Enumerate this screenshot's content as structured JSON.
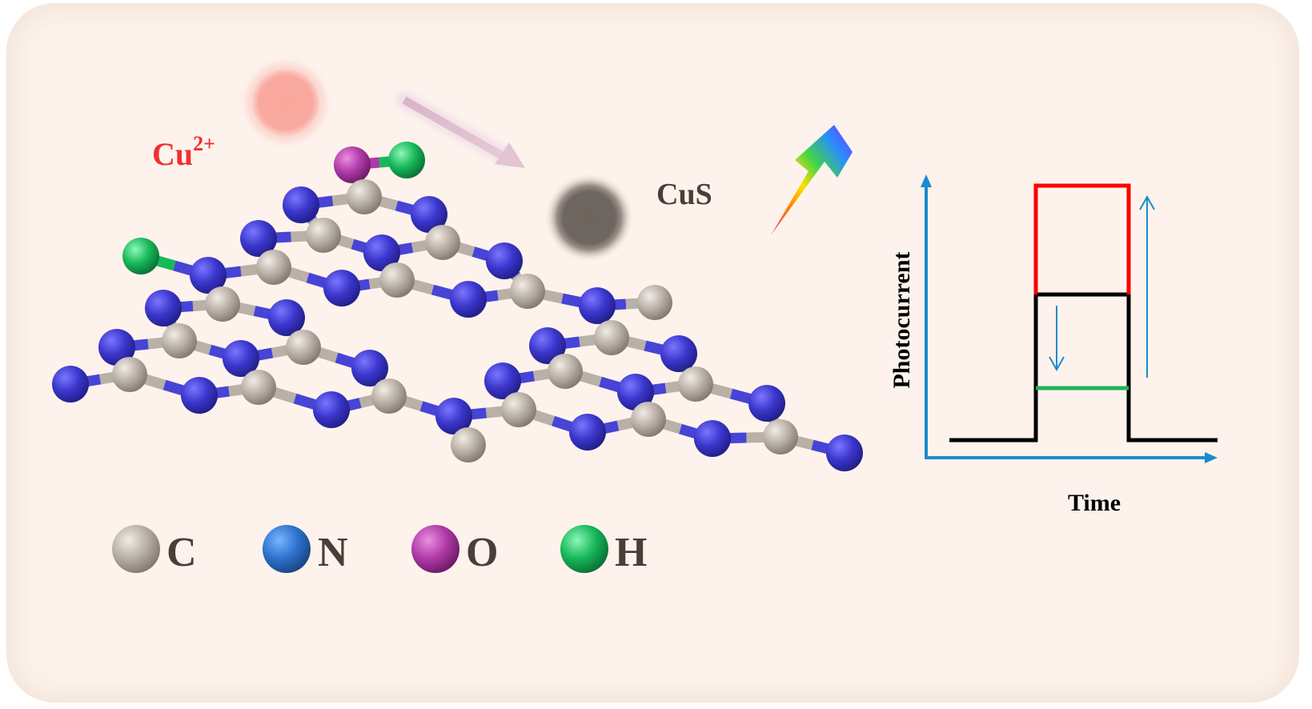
{
  "labels": {
    "cu_ion_base": "Cu",
    "cu_ion_charge": "2+",
    "product": "CuS"
  },
  "legend": [
    {
      "symbol": "C",
      "color": "#b5aca4"
    },
    {
      "symbol": "N",
      "color": "#2f72cf"
    },
    {
      "symbol": "O",
      "color": "#b03aa8"
    },
    {
      "symbol": "H",
      "color": "#17b85a"
    }
  ],
  "colors": {
    "background": "#fdf3ec",
    "nitrogen_lattice": "#3d39c8",
    "carbon": "#b9b0a8",
    "cu_ion": "#f9a79c",
    "cus_particle": "#6f6660",
    "axis": "#1a8bd0",
    "curve_high": "#ff0000",
    "curve_mid": "#000000",
    "curve_low": "#21b358"
  },
  "plot": {
    "xlabel": "Time",
    "ylabel": "Photocurrent"
  },
  "icons": {
    "light": "rainbow-lightning-icon",
    "reaction_arrow": "arrow-right-down-icon"
  }
}
